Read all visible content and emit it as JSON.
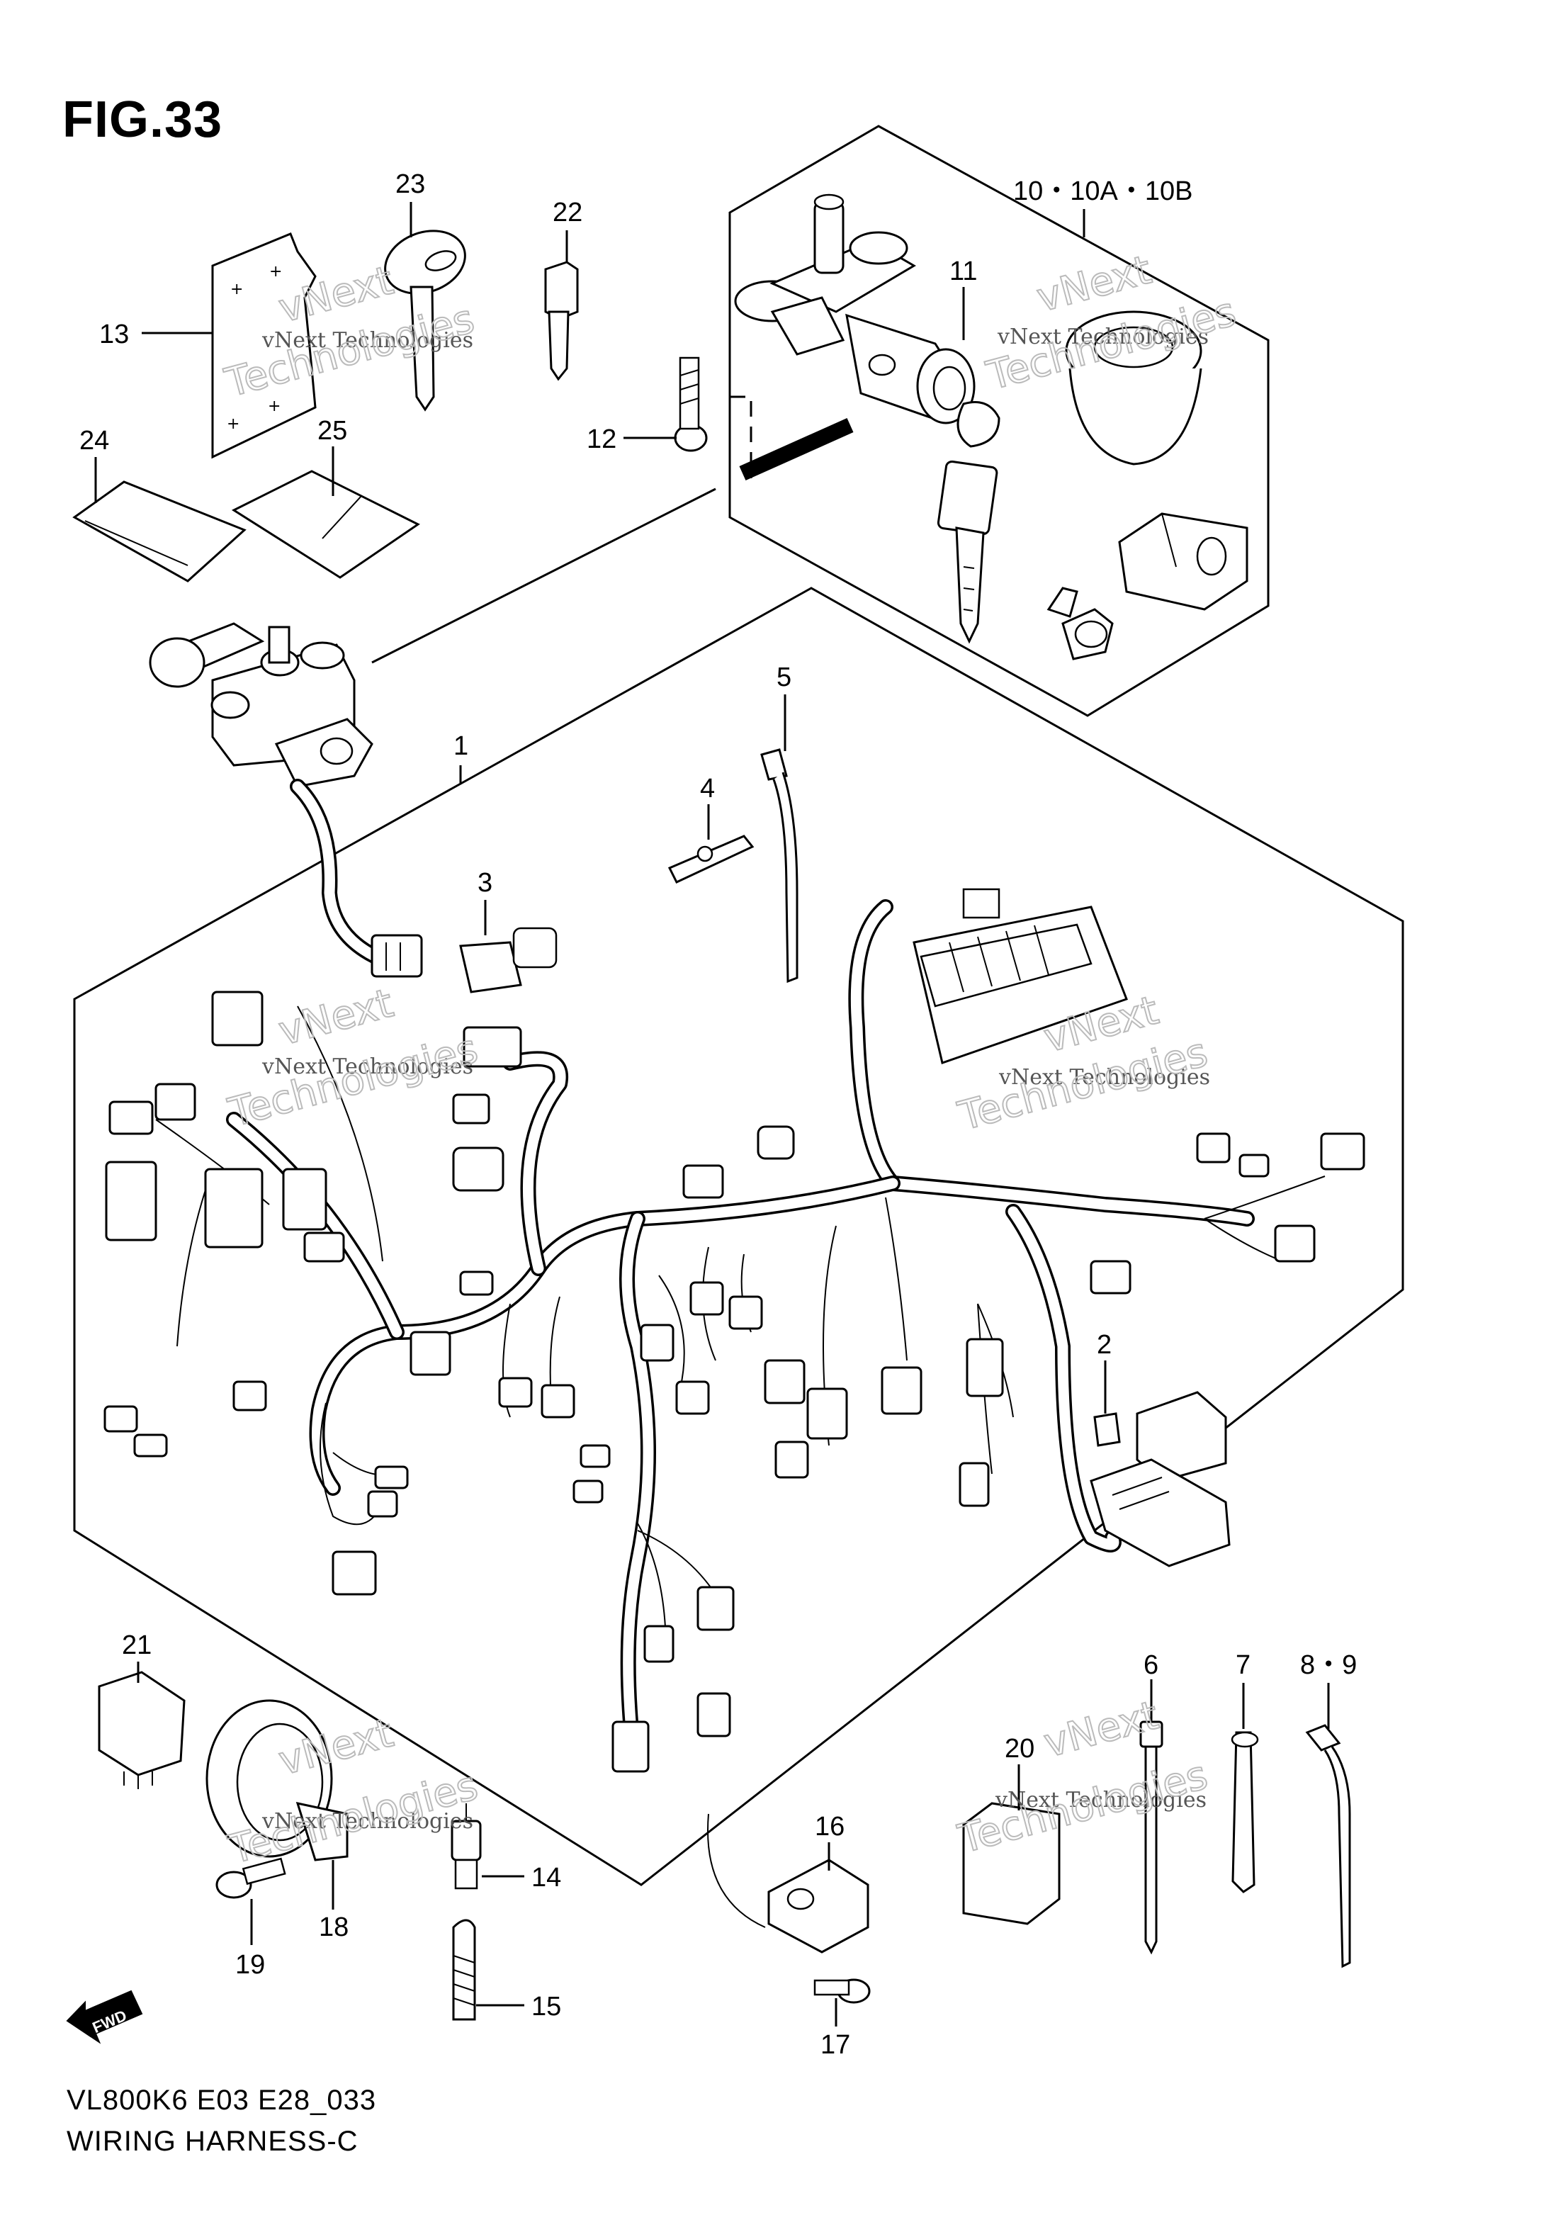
{
  "figure": {
    "title": "FIG.33",
    "model_code": "VL800K6 E03 E28_033",
    "diagram_title": "WIRING HARNESS-C",
    "watermark_line1": "vNext Technologies",
    "watermark_line2": "vNext",
    "watermark_line3": "Technologies",
    "fwd_label": "FWD"
  },
  "callouts": {
    "c1": "1",
    "c2": "2",
    "c3": "3",
    "c4": "4",
    "c5": "5",
    "c6": "6",
    "c7": "7",
    "c89": "8・9",
    "c10": "10・10A・10B",
    "c11": "11",
    "c12": "12",
    "c13": "13",
    "c14": "14",
    "c15": "15",
    "c16": "16",
    "c17": "17",
    "c18": "18",
    "c19": "19",
    "c20": "20",
    "c21": "21",
    "c22": "22",
    "c23": "23",
    "c24": "24",
    "c25": "25"
  }
}
